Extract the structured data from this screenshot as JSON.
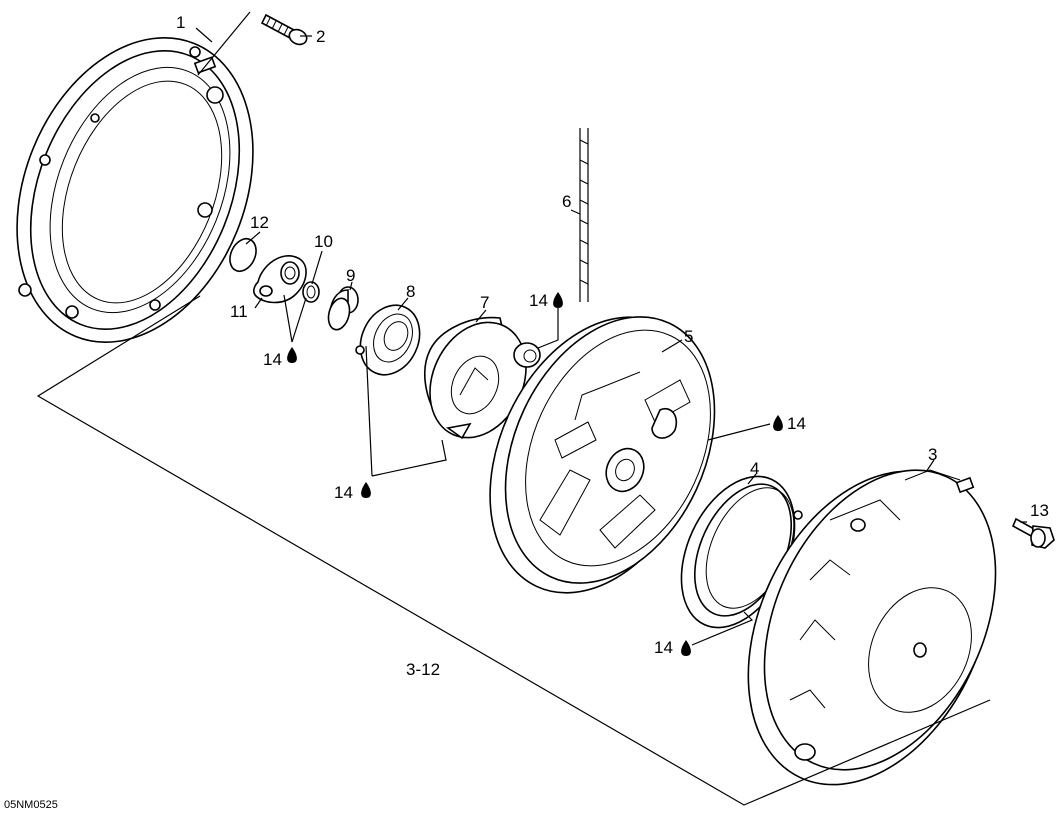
{
  "figure": {
    "reference": "05NM0525",
    "callouts": {
      "c1": "1",
      "c2": "2",
      "c3": "3",
      "c4": "4",
      "c5": "5",
      "c6": "6",
      "c7": "7",
      "c8": "8",
      "c9": "9",
      "c10": "10",
      "c11": "11",
      "c12": "12",
      "c13": "13",
      "c14_a": "14",
      "c14_b": "14",
      "c14_c": "14",
      "c14_d": "14",
      "c14_e": "14",
      "c3_12": "3-12"
    }
  }
}
